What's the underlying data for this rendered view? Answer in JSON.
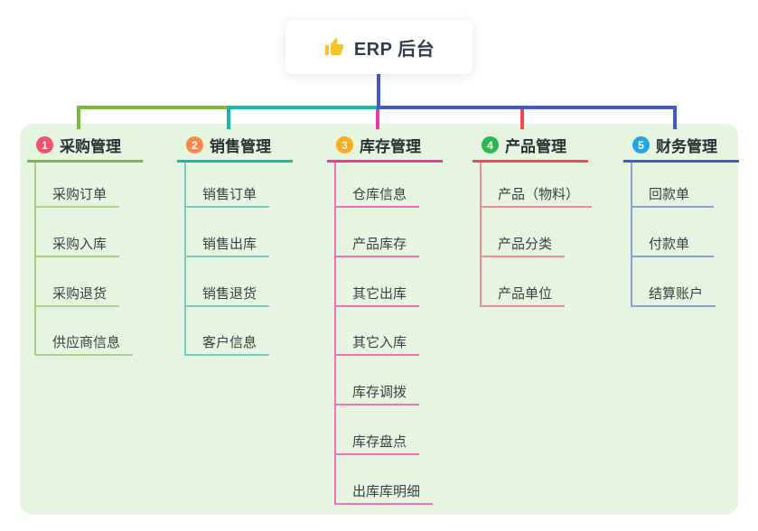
{
  "root": {
    "label": "ERP 后台",
    "icon": "thumbs-up-icon",
    "icon_color": "#f7c325"
  },
  "canvas": {
    "background": "#ffffff",
    "group_panel_color": "#e6f5e0",
    "root_connector_color": "#4459c7"
  },
  "branches": [
    {
      "num": "1",
      "label": "采购管理",
      "badge_color": "#f4516b",
      "line_color": "#7db93f",
      "child_line_color": "#aad380",
      "children": [
        "采购订单",
        "采购入库",
        "采购退货",
        "供应商信息"
      ]
    },
    {
      "num": "2",
      "label": "销售管理",
      "badge_color": "#fa8a47",
      "line_color": "#16b8ab",
      "child_line_color": "#72cfc6",
      "children": [
        "销售订单",
        "销售出库",
        "销售退货",
        "客户信息"
      ]
    },
    {
      "num": "3",
      "label": "库存管理",
      "badge_color": "#fbab1f",
      "line_color": "#e83aa2",
      "child_line_color": "#f170ba",
      "children": [
        "仓库信息",
        "产品库存",
        "其它出库",
        "其它入库",
        "库存调拨",
        "库存盘点",
        "出库库明细"
      ]
    },
    {
      "num": "4",
      "label": "产品管理",
      "badge_color": "#2eb84e",
      "line_color": "#f4484e",
      "child_line_color": "#f5898d",
      "children": [
        "产品（物料）",
        "产品分类",
        "产品单位"
      ]
    },
    {
      "num": "5",
      "label": "财务管理",
      "badge_color": "#25a4e1",
      "line_color": "#3e5cc8",
      "child_line_color": "#8ba3dc",
      "children": [
        "回款单",
        "付款单",
        "结算账户"
      ]
    }
  ]
}
